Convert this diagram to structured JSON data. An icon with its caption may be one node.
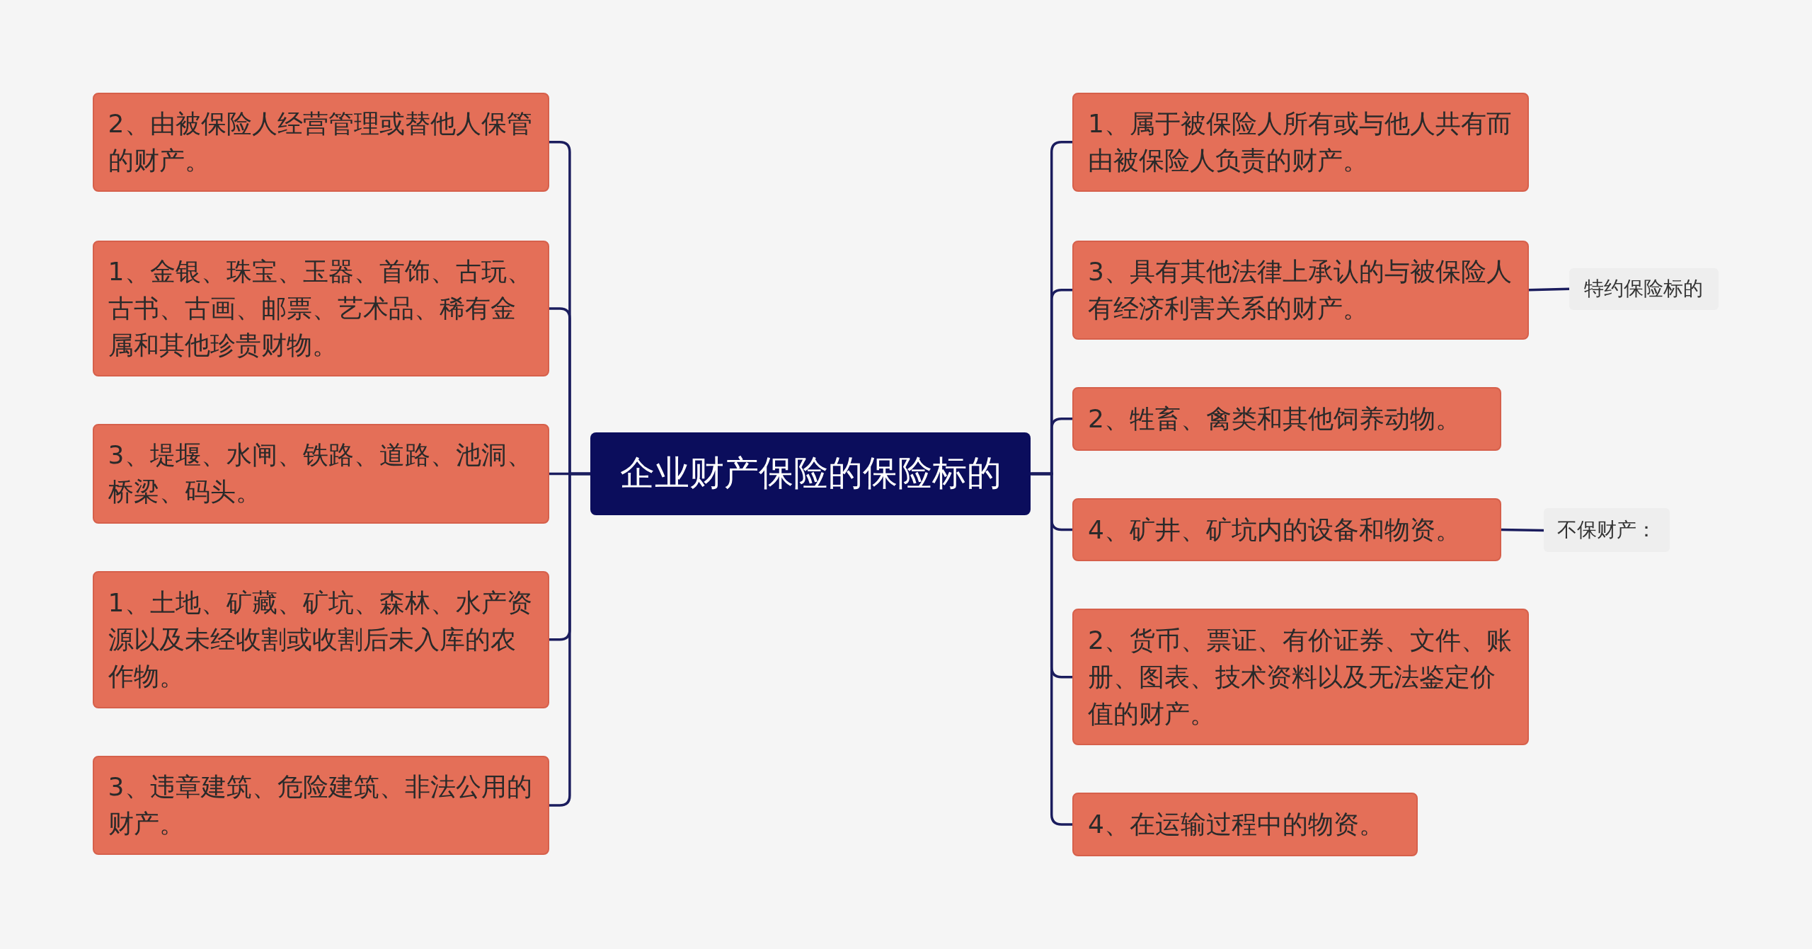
{
  "diagram": {
    "nodes": [
      {
        "text": [
          "企业财产保险的保险标的"
        ]
      },
      {
        "text": [
          "2、由被保险人经营管理或替他人保管的财产。"
        ]
      },
      {
        "text": [
          "1、金银、珠宝、玉器、首饰、古玩、古书、古画、邮票、艺术品、稀有金属和其他珍贵财物。"
        ]
      },
      {
        "text": [
          "3、堤堰、水闸、铁路、道路、池洞、桥梁、码头。"
        ]
      },
      {
        "text": [
          "1、土地、矿藏、矿坑、森林、水产资源以及未经收割或收割后未入库的农作物。"
        ]
      },
      {
        "text": [
          "3、违章建筑、危险建筑、非法公用的财产。"
        ]
      },
      {
        "text": [
          "1、属于被保险人所有或与他人共有而由被保险人负责的财产。"
        ]
      },
      {
        "text": [
          "3、具有其他法律上承认的与被保险人有经济利害关系的财产。"
        ]
      },
      {
        "text": [
          "2、牲畜、禽类和其他饲养动物。"
        ]
      },
      {
        "text": [
          "4、矿井、矿坑内的设备和物资。"
        ]
      },
      {
        "text": [
          "2、货币、票证、有价证券、文件、账册、图表、技术资料以及无法鉴定价值的财产。"
        ]
      },
      {
        "text": [
          "4、在运输过程中的物资。"
        ]
      },
      {
        "text": [
          "特约保险标的"
        ]
      },
      {
        "text": [
          "不保财产："
        ]
      }
    ],
    "edges": [
      {
        "from": 0,
        "to": 1,
        "arrow": "none"
      },
      {
        "from": 0,
        "to": 2,
        "arrow": "none"
      },
      {
        "from": 0,
        "to": 3,
        "arrow": "none"
      },
      {
        "from": 0,
        "to": 4,
        "arrow": "none"
      },
      {
        "from": 0,
        "to": 5,
        "arrow": "none"
      },
      {
        "from": 0,
        "to": 6,
        "arrow": "none"
      },
      {
        "from": 0,
        "to": 7,
        "arrow": "none"
      },
      {
        "from": 0,
        "to": 8,
        "arrow": "none"
      },
      {
        "from": 0,
        "to": 9,
        "arrow": "none"
      },
      {
        "from": 0,
        "to": 10,
        "arrow": "none"
      },
      {
        "from": 0,
        "to": 11,
        "arrow": "none"
      },
      {
        "from": 7,
        "to": 12,
        "arrow": "none"
      },
      {
        "from": 9,
        "to": 13,
        "arrow": "none"
      }
    ]
  }
}
